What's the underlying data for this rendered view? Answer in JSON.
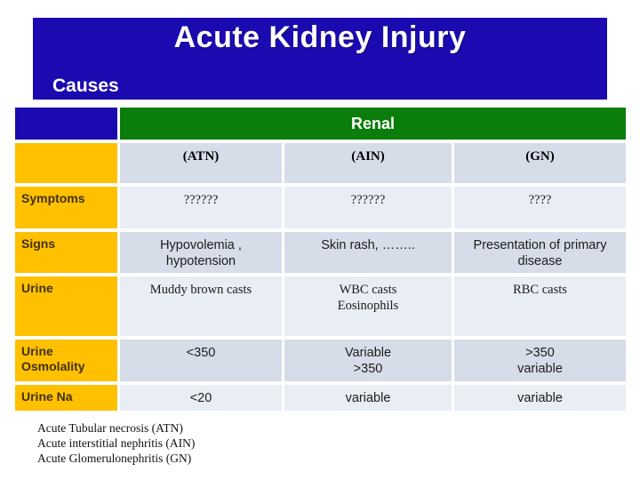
{
  "slide": {
    "title": "Acute Kidney Injury",
    "subtitle": "Causes"
  },
  "table": {
    "group_header": "Renal",
    "columns": [
      "(ATN)",
      "(AIN)",
      "(GN)"
    ],
    "rows": [
      {
        "label": "Symptoms",
        "cells": [
          "??????",
          "??????",
          "????"
        ]
      },
      {
        "label": "Signs",
        "cells": [
          "Hypovolemia ,\nhypotension",
          "Skin rash, ……..",
          "Presentation of primary\ndisease"
        ]
      },
      {
        "label": "Urine",
        "cells": [
          "Muddy brown casts",
          "WBC casts\nEosinophils",
          "RBC casts"
        ]
      },
      {
        "label": "Urine\nOsmolality",
        "cells": [
          "<350",
          "Variable\n>350",
          ">350\nvariable"
        ]
      },
      {
        "label": "Urine Na",
        "cells": [
          "<20",
          "variable",
          "variable"
        ]
      }
    ]
  },
  "footnotes": [
    "Acute Tubular necrosis (ATN)",
    "Acute interstitial nephritis  (AIN)",
    "Acute Glomerulonephritis (GN)"
  ],
  "colors": {
    "title_bg": "#1B0AB0",
    "renal_bg": "#0B7D0B",
    "label_bg": "#FFC000",
    "row_dark": "#D6DDE8",
    "row_light": "#E9EDF4"
  }
}
